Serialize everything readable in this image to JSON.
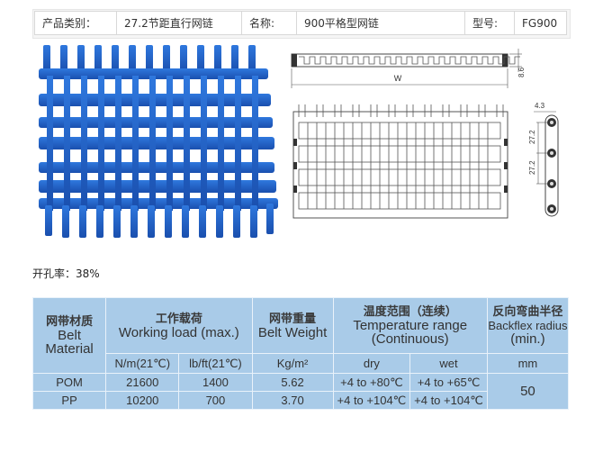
{
  "info": {
    "category_label": "产品类别：",
    "category_value": "27.2节距直行网链",
    "name_label": "名称:",
    "name_value": "900平格型网链",
    "model_label": "型号:",
    "model_value": "FG900"
  },
  "drawing": {
    "width_label": "W",
    "height_dim": "8.6",
    "side_top_dim": "4.3",
    "pitch_dim_1": "27.2",
    "pitch_dim_2": "27.2"
  },
  "open_rate": "开孔率：38%",
  "spec_table": {
    "headers": {
      "material_zh": "网带材质",
      "material_en1": "Belt",
      "material_en2": "Material",
      "load_zh": "工作载荷",
      "load_en": "Working load (max.)",
      "weight_zh": "网带重量",
      "weight_en": "Belt Weight",
      "temp_zh": "温度范围（连续）",
      "temp_en1": "Temperature range",
      "temp_en2": "(Continuous)",
      "backflex_zh": "反向弯曲半径",
      "backflex_en1": "Backflex radius",
      "backflex_en2": "(min.)"
    },
    "units": {
      "load_n": "N/m(21℃)",
      "load_lb": "lb/ft(21℃)",
      "weight": "Kg/m²",
      "dry": "dry",
      "wet": "wet",
      "backflex": "mm"
    },
    "rows": [
      {
        "material": "POM",
        "load_n": "21600",
        "load_lb": "1400",
        "weight": "5.62",
        "dry": "+4 to +80℃",
        "wet": "+4 to +65℃"
      },
      {
        "material": "PP",
        "load_n": "10200",
        "load_lb": "700",
        "weight": "3.70",
        "dry": "+4 to +104℃",
        "wet": "+4 to +104℃"
      }
    ],
    "backflex_value": "50"
  },
  "colors": {
    "belt_blue": "#1e5fc4",
    "table_bg": "#a9cbe8",
    "table_border": "#e9f2fa"
  }
}
